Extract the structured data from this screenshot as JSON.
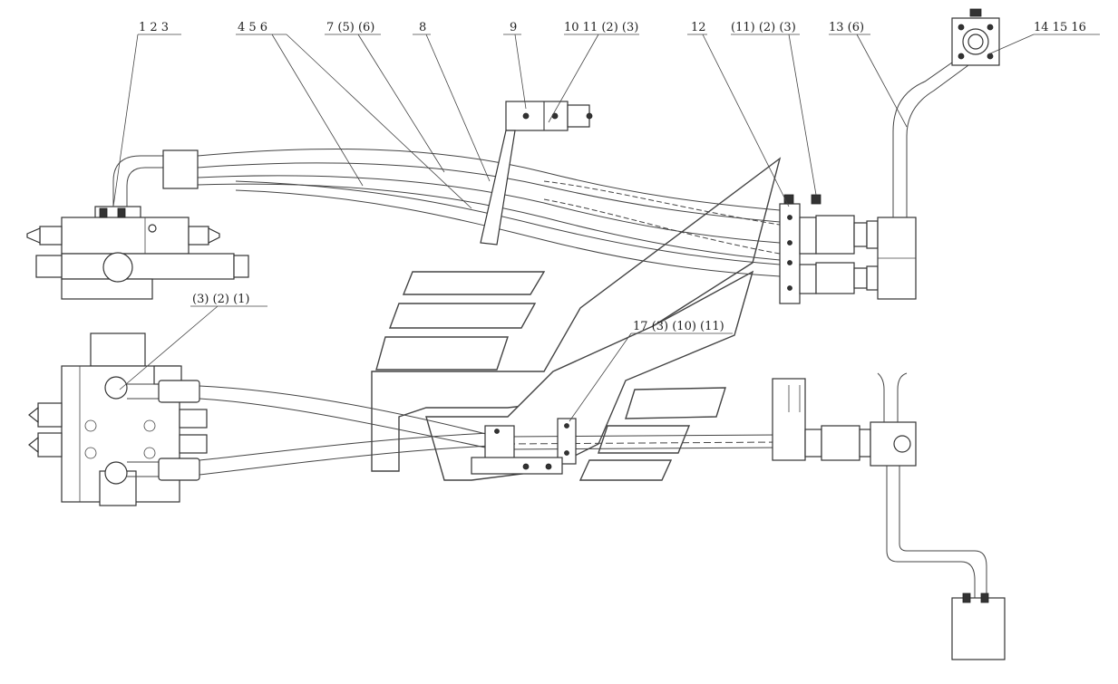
{
  "callouts": [
    {
      "id": "c1",
      "text": "1  2  3"
    },
    {
      "id": "c2",
      "text": "4  5  6"
    },
    {
      "id": "c3",
      "text": "7  (5) (6)"
    },
    {
      "id": "c4",
      "text": "8"
    },
    {
      "id": "c5",
      "text": "9"
    },
    {
      "id": "c6",
      "text": "10 11 (2) (3)"
    },
    {
      "id": "c7",
      "text": "12"
    },
    {
      "id": "c8",
      "text": "(11) (2) (3)"
    },
    {
      "id": "c9",
      "text": "13  (6)"
    },
    {
      "id": "c10",
      "text": "14  15  16"
    },
    {
      "id": "c11",
      "text": "(3)  (2)  (1)"
    },
    {
      "id": "c12",
      "text": "17 (3)  (10)  (11)"
    }
  ],
  "colors": {
    "line": "#333333",
    "background": "#ffffff"
  }
}
